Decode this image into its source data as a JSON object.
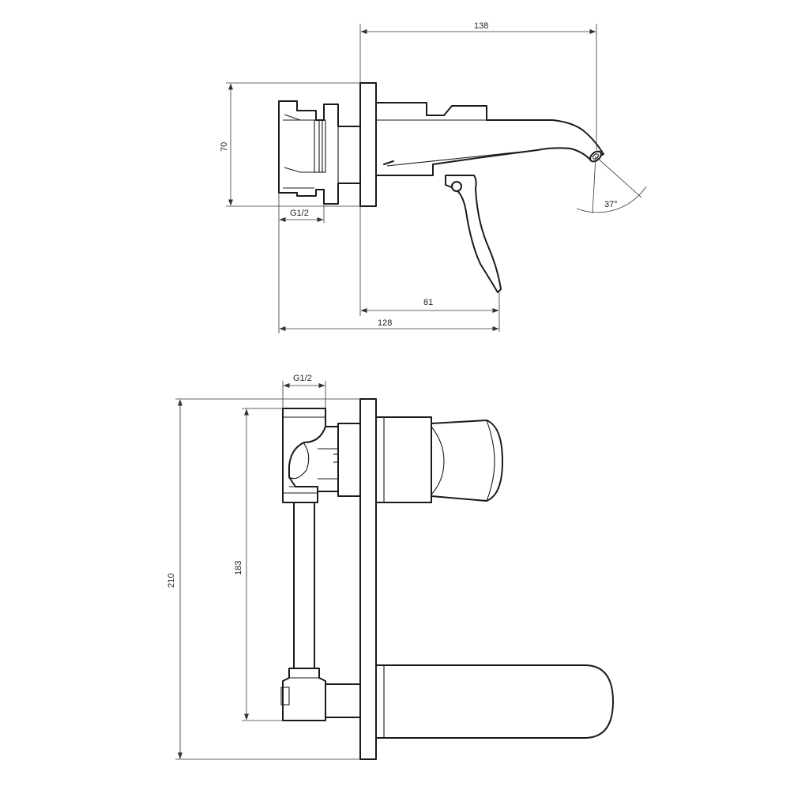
{
  "side_view": {
    "dim_total_length": "138",
    "dim_height": "70",
    "dim_thread": "G1/2",
    "dim_angle": "37°",
    "dim_lever_offset": "81",
    "dim_body_length": "128"
  },
  "top_view": {
    "dim_thread": "G1/2",
    "dim_total_height": "210",
    "dim_inlet_spacing": "183"
  }
}
